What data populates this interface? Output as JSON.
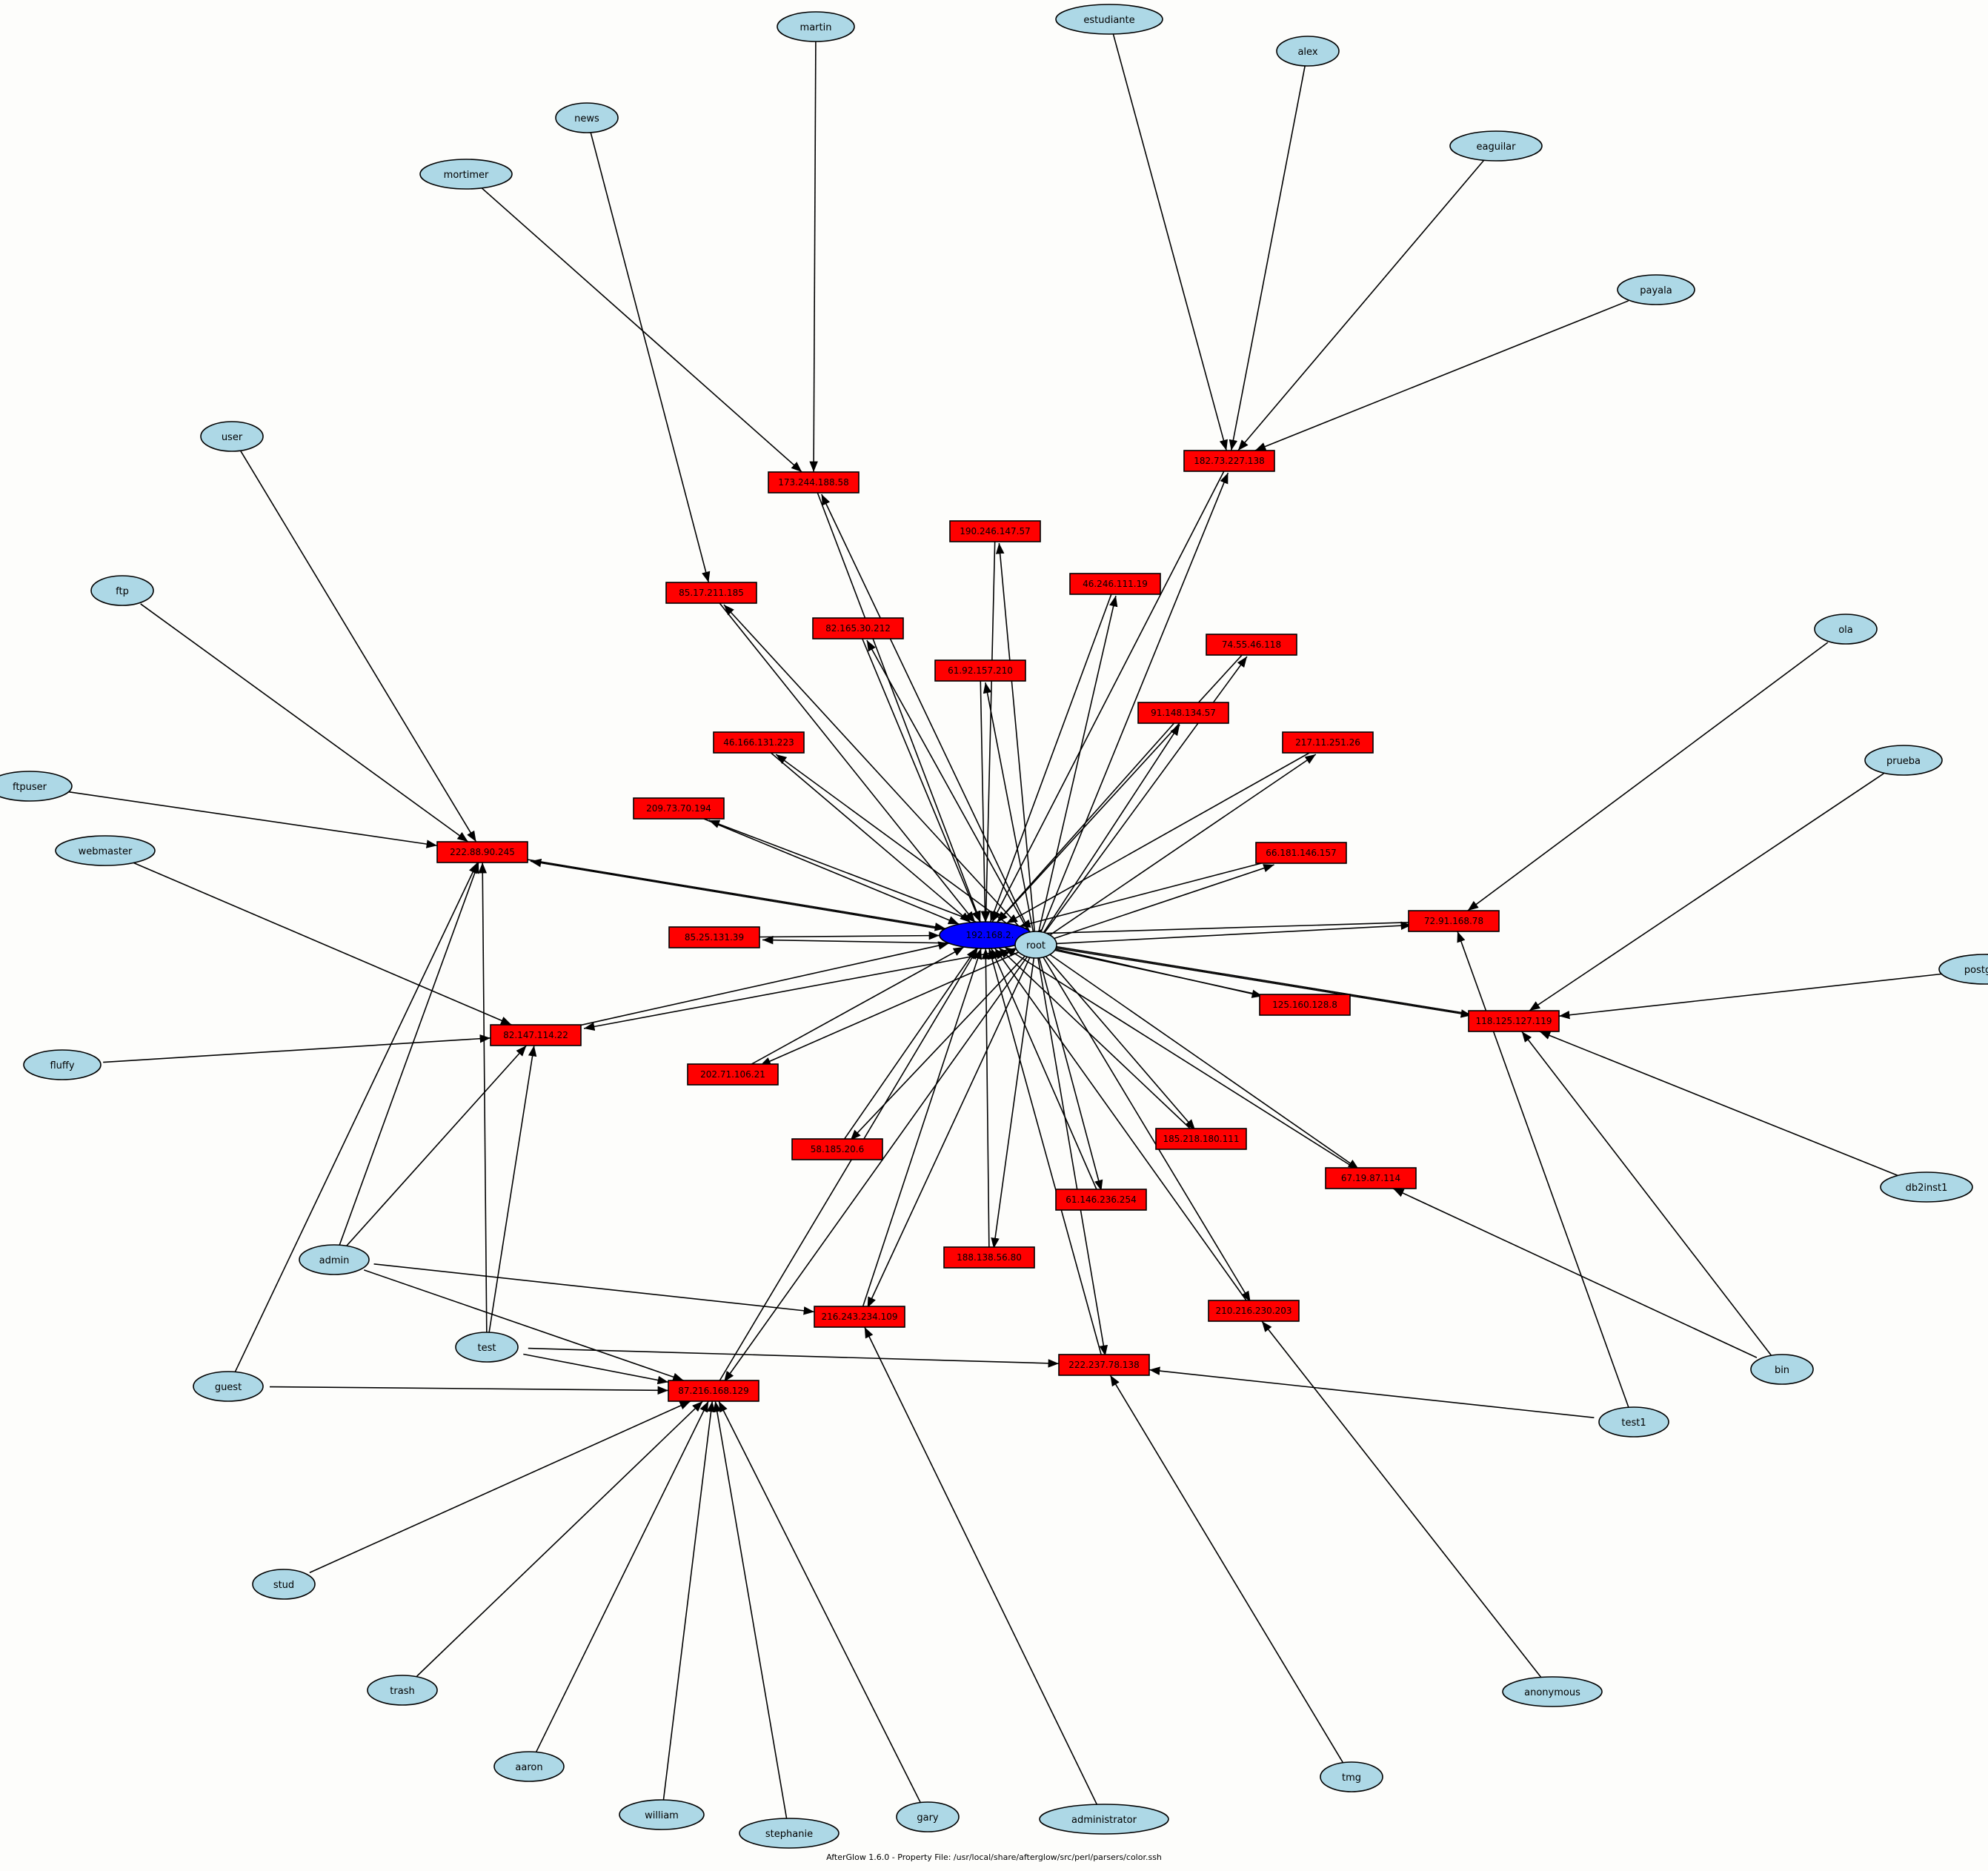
{
  "footer": "AfterGlow 1.6.0 - Property File: /usr/local/share/afterglow/src/perl/parsers/color.ssh",
  "colors": {
    "user": "#add8e6",
    "ip": "#ff0000",
    "center": "#0000ff",
    "edge": "#000000",
    "background": "#fdfdfb"
  },
  "center_label": "192.168.2.",
  "root_label": "root",
  "users": [
    "martin",
    "estudiante",
    "alex",
    "news",
    "eaguilar",
    "mortimer",
    "payala",
    "user",
    "ftp",
    "ftpuser",
    "webmaster",
    "fluffy",
    "admin",
    "guest",
    "test",
    "stud",
    "trash",
    "aaron",
    "william",
    "stephanie",
    "gary",
    "administrator",
    "tmg",
    "anonymous",
    "test1",
    "bin",
    "db2inst1",
    "postgres",
    "prueba",
    "ola"
  ],
  "ips": [
    "173.244.188.58",
    "182.73.227.138",
    "190.246.147.57",
    "85.17.211.185",
    "82.165.30.212",
    "46.246.111.19",
    "61.92.157.210",
    "74.55.46.118",
    "91.148.134.57",
    "46.166.131.223",
    "217.11.251.26",
    "209.73.70.194",
    "222.88.90.245",
    "66.181.146.157",
    "72.91.168.78",
    "85.25.131.39",
    "118.125.127.119",
    "125.160.128.8",
    "82.147.114.22",
    "202.71.106.21",
    "185.218.180.111",
    "58.185.20.6",
    "67.19.87.114",
    "61.146.236.254",
    "188.138.56.80",
    "216.243.234.109",
    "210.216.230.203",
    "222.237.78.138",
    "87.216.168.129"
  ],
  "edges": [
    [
      "martin",
      "173.244.188.58"
    ],
    [
      "mortimer",
      "173.244.188.58"
    ],
    [
      "news",
      "85.17.211.185"
    ],
    [
      "estudiante",
      "182.73.227.138"
    ],
    [
      "alex",
      "182.73.227.138"
    ],
    [
      "eaguilar",
      "182.73.227.138"
    ],
    [
      "payala",
      "182.73.227.138"
    ],
    [
      "user",
      "222.88.90.245"
    ],
    [
      "ftp",
      "222.88.90.245"
    ],
    [
      "ftpuser",
      "222.88.90.245"
    ],
    [
      "admin",
      "222.88.90.245"
    ],
    [
      "guest",
      "222.88.90.245"
    ],
    [
      "test",
      "222.88.90.245"
    ],
    [
      "webmaster",
      "82.147.114.22"
    ],
    [
      "fluffy",
      "82.147.114.22"
    ],
    [
      "admin",
      "82.147.114.22"
    ],
    [
      "test",
      "82.147.114.22"
    ],
    [
      "admin",
      "216.243.234.109"
    ],
    [
      "admin",
      "87.216.168.129"
    ],
    [
      "test",
      "87.216.168.129"
    ],
    [
      "guest",
      "87.216.168.129"
    ],
    [
      "test",
      "222.237.78.138"
    ],
    [
      "stud",
      "87.216.168.129"
    ],
    [
      "trash",
      "87.216.168.129"
    ],
    [
      "aaron",
      "87.216.168.129"
    ],
    [
      "william",
      "87.216.168.129"
    ],
    [
      "stephanie",
      "87.216.168.129"
    ],
    [
      "gary",
      "87.216.168.129"
    ],
    [
      "administrator",
      "216.243.234.109"
    ],
    [
      "tmg",
      "222.237.78.138"
    ],
    [
      "anonymous",
      "210.216.230.203"
    ],
    [
      "test1",
      "222.237.78.138"
    ],
    [
      "test1",
      "72.91.168.78"
    ],
    [
      "bin",
      "118.125.127.119"
    ],
    [
      "bin",
      "67.19.87.114"
    ],
    [
      "db2inst1",
      "118.125.127.119"
    ],
    [
      "postgres",
      "118.125.127.119"
    ],
    [
      "prueba",
      "118.125.127.119"
    ],
    [
      "ola",
      "72.91.168.78"
    ]
  ]
}
